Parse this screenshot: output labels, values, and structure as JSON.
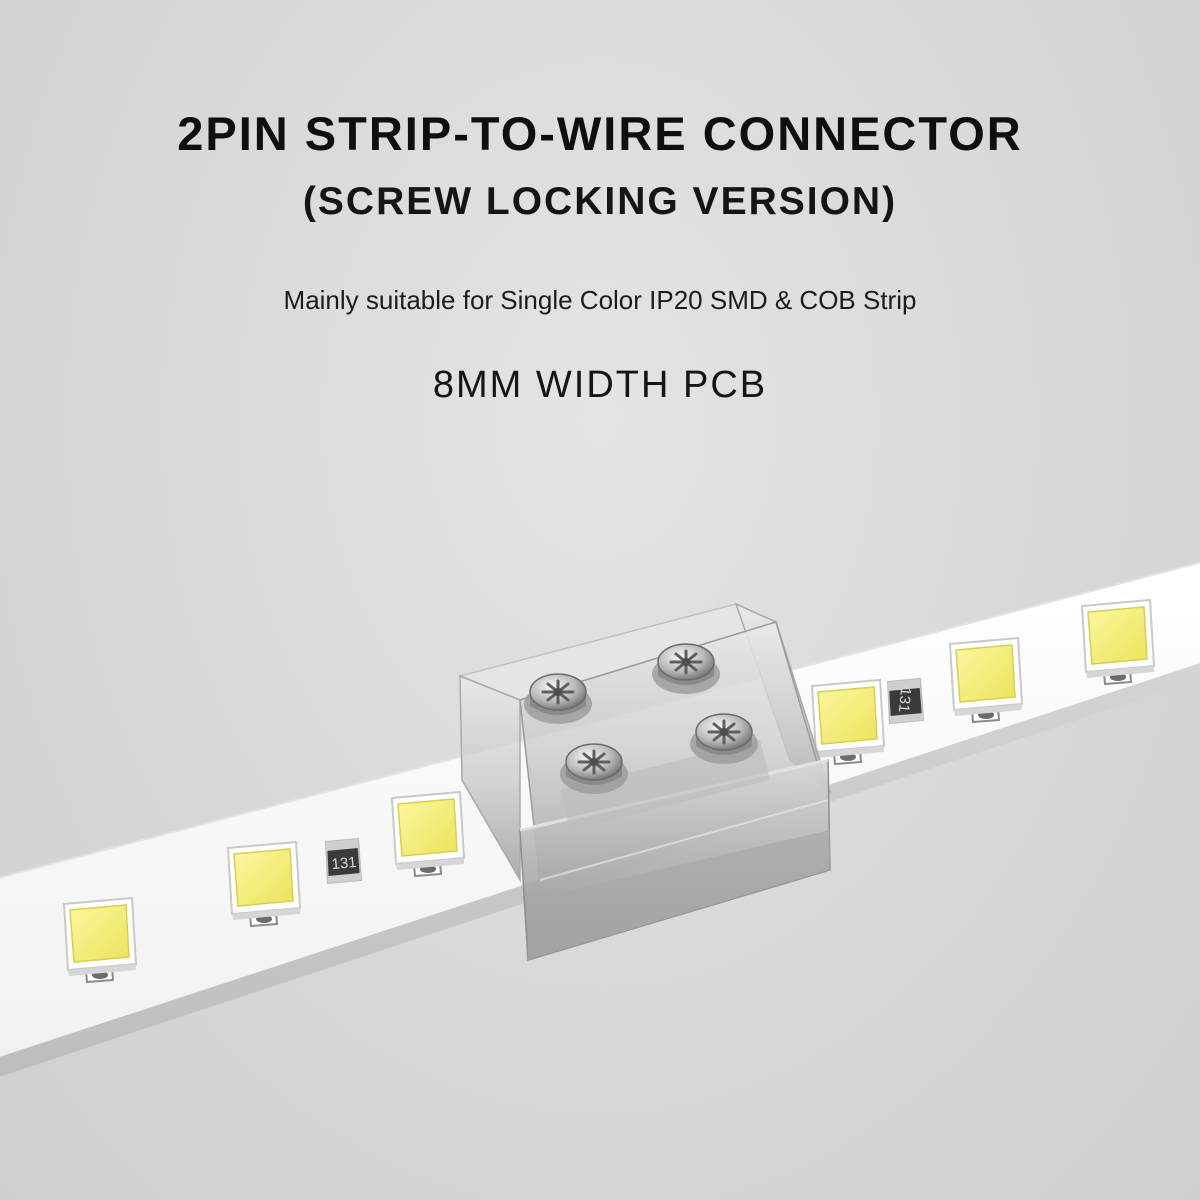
{
  "header": {
    "title": "2PIN STRIP-TO-WIRE CONNECTOR",
    "subtitle": "(SCREW LOCKING VERSION)",
    "description": "Mainly suitable for Single Color IP20 SMD & COB Strip",
    "spec": "8MM WIDTH PCB"
  },
  "product": {
    "resistor_marking": "131",
    "led_color": "#f6f27a",
    "strip_color": "#fbfbfb",
    "background_color": "#dadada",
    "icons": [
      "led-strip",
      "screw-terminal-connector",
      "screw-icon",
      "smd-led-chip",
      "resistor-chip"
    ]
  }
}
